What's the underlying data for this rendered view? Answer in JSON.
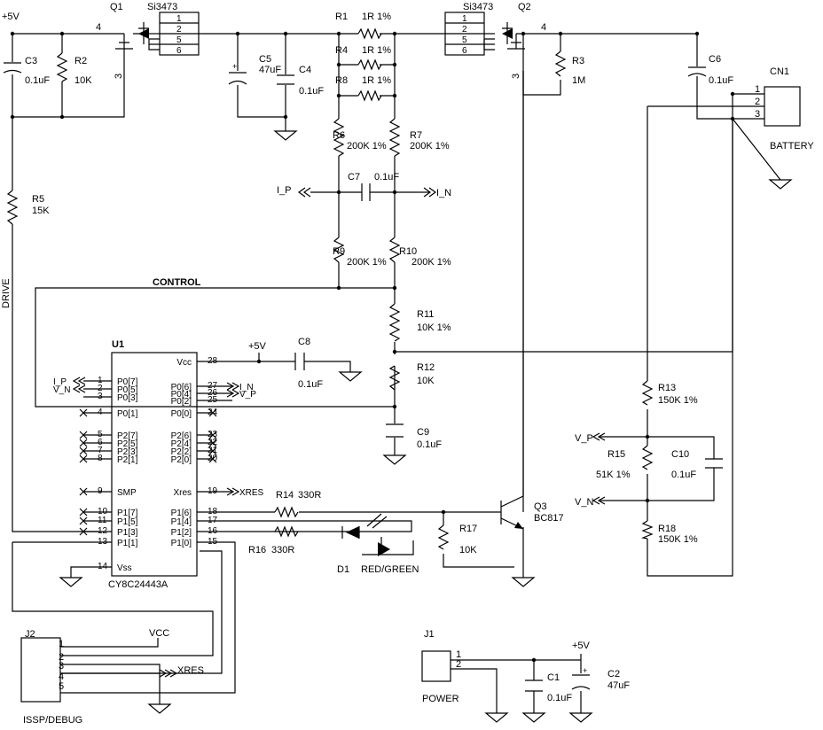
{
  "nets": {
    "vcc_top": "+5V",
    "vcc_u1": "+5V",
    "vcc_j1": "+5V",
    "control": "CONTROL",
    "drive": "DRIVE",
    "i_p_left": "I_P",
    "i_n_right": "I_N",
    "v_p_right": "V_P",
    "v_n_right": "V_N"
  },
  "components": {
    "q1": {
      "ref": "Q1",
      "part": "Si3473",
      "pin3": "3",
      "pin4": "4"
    },
    "q2": {
      "ref": "Q2",
      "part": "Si3473",
      "pin3": "3",
      "pin4": "4"
    },
    "q1_pins": [
      "1",
      "2",
      "5",
      "6"
    ],
    "q2_pins": [
      "1",
      "2",
      "5",
      "6"
    ],
    "c3": {
      "ref": "C3",
      "value": "0.1uF"
    },
    "r2": {
      "ref": "R2",
      "value": "10K"
    },
    "c5": {
      "ref": "C5",
      "value": "47uF"
    },
    "c4": {
      "ref": "C4",
      "value": "0.1uF"
    },
    "r1": {
      "ref": "R1",
      "value": "1R 1%"
    },
    "r4": {
      "ref": "R4",
      "value": "1R 1%"
    },
    "r8": {
      "ref": "R8",
      "value": "1R 1%"
    },
    "r6": {
      "ref": "R6",
      "value": "200K 1%"
    },
    "r7": {
      "ref": "R7",
      "value": "200K 1%"
    },
    "c7": {
      "ref": "C7",
      "value": "0.1uF"
    },
    "r9": {
      "ref": "R9",
      "value": "200K 1%"
    },
    "r10": {
      "ref": "R10",
      "value": "200K 1%"
    },
    "r11": {
      "ref": "R11",
      "value": "10K 1%"
    },
    "r12": {
      "ref": "R12",
      "value": "10K"
    },
    "c9": {
      "ref": "C9",
      "value": "0.1uF"
    },
    "c8": {
      "ref": "C8",
      "value": "0.1uF"
    },
    "r3": {
      "ref": "R3",
      "value": "1M"
    },
    "c6": {
      "ref": "C6",
      "value": "0.1uF"
    },
    "r5": {
      "ref": "R5",
      "value": "15K"
    },
    "r13": {
      "ref": "R13",
      "value": "150K 1%"
    },
    "r15": {
      "ref": "R15",
      "value": "51K 1%"
    },
    "c10": {
      "ref": "C10",
      "value": "0.1uF"
    },
    "r18": {
      "ref": "R18",
      "value": "150K 1%"
    },
    "r14": {
      "ref": "R14",
      "value": "330R"
    },
    "r16": {
      "ref": "R16",
      "value": "330R"
    },
    "r17": {
      "ref": "R17",
      "value": "10K"
    },
    "q3": {
      "ref": "Q3",
      "part": "BC817"
    },
    "d1": {
      "ref": "D1",
      "part": "RED/GREEN"
    },
    "c1": {
      "ref": "C1",
      "value": "0.1uF"
    },
    "c2": {
      "ref": "C2",
      "value": "47uF"
    }
  },
  "cn1": {
    "ref": "CN1",
    "name": "BATTERY",
    "pins": [
      "1",
      "2",
      "3"
    ]
  },
  "j1": {
    "ref": "J1",
    "name": "POWER",
    "pins": [
      "1",
      "2"
    ]
  },
  "j2": {
    "ref": "J2",
    "name": "ISSP/DEBUG",
    "pins": [
      "1",
      "2",
      "3",
      "4",
      "5"
    ],
    "vcc": "VCC",
    "xres": "XRES"
  },
  "u1": {
    "ref": "U1",
    "part": "CY8C24443A",
    "left_pins": [
      {
        "num": "1",
        "name": "P0[7]",
        "net": "I_P"
      },
      {
        "num": "2",
        "name": "P0[5]",
        "net": "V_N"
      },
      {
        "num": "3",
        "name": "P0[3]",
        "net": ""
      },
      {
        "num": "4",
        "name": "P0[1]",
        "net": ""
      },
      {
        "num": "5",
        "name": "P2[7]",
        "net": ""
      },
      {
        "num": "6",
        "name": "P2[5]",
        "net": ""
      },
      {
        "num": "7",
        "name": "P2[3]",
        "net": ""
      },
      {
        "num": "8",
        "name": "P2[1]",
        "net": ""
      },
      {
        "num": "9",
        "name": "SMP",
        "net": ""
      },
      {
        "num": "10",
        "name": "P1[7]",
        "net": ""
      },
      {
        "num": "11",
        "name": "P1[5]",
        "net": ""
      },
      {
        "num": "12",
        "name": "P1[3]",
        "net": ""
      },
      {
        "num": "13",
        "name": "P1[1]",
        "net": ""
      },
      {
        "num": "14",
        "name": "Vss",
        "net": ""
      }
    ],
    "right_pins": [
      {
        "num": "28",
        "name": "Vcc",
        "net": ""
      },
      {
        "num": "27",
        "name": "P0[6]",
        "net": "I_N"
      },
      {
        "num": "26",
        "name": "P0[4]",
        "net": "V_P"
      },
      {
        "num": "25",
        "name": "P0[2]",
        "net": ""
      },
      {
        "num": "24",
        "name": "P0[0]",
        "net": ""
      },
      {
        "num": "23",
        "name": "P2[6]",
        "net": ""
      },
      {
        "num": "22",
        "name": "P2[4]",
        "net": ""
      },
      {
        "num": "21",
        "name": "P2[2]",
        "net": ""
      },
      {
        "num": "20",
        "name": "P2[0]",
        "net": ""
      },
      {
        "num": "19",
        "name": "Xres",
        "net": "XRES"
      },
      {
        "num": "18",
        "name": "P1[6]",
        "net": ""
      },
      {
        "num": "17",
        "name": "P1[4]",
        "net": ""
      },
      {
        "num": "16",
        "name": "P1[2]",
        "net": ""
      },
      {
        "num": "15",
        "name": "P1[0]",
        "net": ""
      }
    ]
  }
}
